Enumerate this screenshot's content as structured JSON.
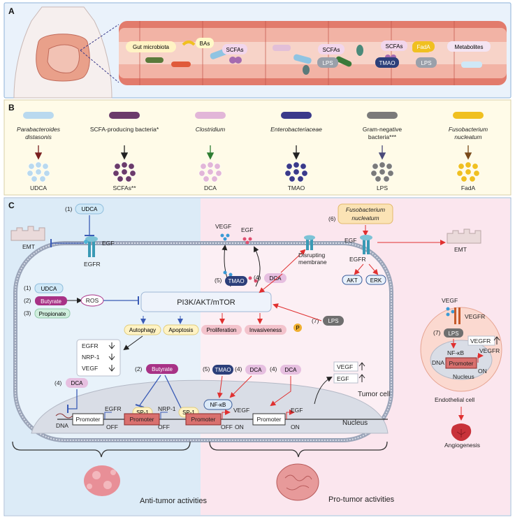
{
  "panel_a": {
    "letter": "A",
    "labels": {
      "gut_microbiota": "Gut microbiota",
      "bas": "BAs",
      "scfas_1": "SCFAs",
      "scfas_2": "SCFAs",
      "lps_1": "LPS",
      "scfas_3": "SCFAs",
      "tmao": "TMAO",
      "fada": "FadA",
      "lps_2": "LPS",
      "metabolites": "Metabolites"
    }
  },
  "panel_b": {
    "letter": "B",
    "columns": [
      {
        "bacterium": [
          "Parabacteroides",
          "distasonis"
        ],
        "italic": true,
        "metabolite": "UDCA",
        "arrow_color": "#7a1f1f",
        "dot_color": "#b9d9ef"
      },
      {
        "bacterium": [
          "SCFA-producing bacteria*"
        ],
        "italic": false,
        "metabolite": "SCFAs**",
        "arrow_color": "#222222",
        "dot_color": "#6b3b6b"
      },
      {
        "bacterium": [
          "Clostridium"
        ],
        "italic": true,
        "metabolite": "DCA",
        "arrow_color": "#2e7d32",
        "dot_color": "#e2b6d8"
      },
      {
        "bacterium": [
          "Enterobacteriaceae"
        ],
        "italic": true,
        "metabolite": "TMAO",
        "arrow_color": "#222222",
        "dot_color": "#3a3a8a"
      },
      {
        "bacterium": [
          "Gram-negative",
          "bacteria***"
        ],
        "italic": false,
        "metabolite": "LPS",
        "arrow_color": "#4a4a7a",
        "dot_color": "#7a7a7a"
      },
      {
        "bacterium": [
          "Fusobacterium",
          "nucleatum"
        ],
        "italic": true,
        "metabolite": "FadA",
        "arrow_color": "#7a4a1a",
        "dot_color": "#f0c020"
      }
    ]
  },
  "panel_c": {
    "letter": "C",
    "left": {
      "udca_top": {
        "num": "(1)",
        "label": "UDCA"
      },
      "emt": "EMT",
      "egf": "EGF",
      "egfr": "EGFR",
      "list": [
        {
          "num": "(1)",
          "label": "UDCA"
        },
        {
          "num": "(2)",
          "label": "Butyrate"
        },
        {
          "num": "(3)",
          "label": "Propionate"
        }
      ],
      "ros": "ROS",
      "autophagy": "Autophagy",
      "apoptosis": "Apoptosis",
      "down_list": [
        "EGFR",
        "NRP-1",
        "VEGF"
      ],
      "butyrate2": {
        "num": "(2)",
        "label": "Butyrate"
      },
      "dca": {
        "num": "(4)",
        "label": "DCA"
      },
      "nucleus_labels": {
        "dna": "DNA",
        "promoter1": "Promoter",
        "egfr": "EGFR",
        "off1": "OFF",
        "sp1_a": "SP-1",
        "promoter2": "Promoter",
        "nrp1": "NRP-1",
        "off2": "OFF",
        "sp1_b": "SP-1"
      },
      "caption": "Anti-tumor activities"
    },
    "center": {
      "pathway": "PI3K/AKT/mTOR",
      "p_badge": "P"
    },
    "right": {
      "vegf": "VEGF",
      "egf_top": "EGF",
      "tmao": {
        "num": "(5)",
        "label": "TMAO"
      },
      "dca": {
        "num": "(4)",
        "label": "DCA"
      },
      "disrupting": [
        "Disrupting",
        "membrane"
      ],
      "fuso": {
        "num": "(6)",
        "label": [
          "Fusobacterium",
          "nucleatum"
        ]
      },
      "egf_r": "EGF",
      "egfr_r": "EGFR",
      "akt": "AKT",
      "erk": "ERK",
      "emt": "EMT",
      "lps": {
        "num": "(7)",
        "label": "LPS"
      },
      "proliferation": "Proliferation",
      "invasiveness": "Invasiveness",
      "tmao2": {
        "num": "(5)",
        "label": "TMAO"
      },
      "dca2": {
        "num": "(4)",
        "label": "DCA"
      },
      "dca3": {
        "num": "(4)",
        "label": "DCA"
      },
      "up_vegf": "VEGF",
      "up_egf": "EGF",
      "tumor_cell": "Tumor cell",
      "nucleus_labels": {
        "nfkb": "NF-κB",
        "promoter3": "Promoter",
        "vegf": "VEGF",
        "off": "OFF",
        "on1": "ON",
        "promoter4": "Promoter",
        "egf": "EGF",
        "on2": "ON",
        "nucleus": "Nucleus"
      },
      "endo": {
        "vegf": "VEGF",
        "vegfr": "VEGFR",
        "lps": {
          "num": "(7)",
          "label": "LPS"
        },
        "vegfr2": "VEGFR",
        "nfkb": "NF-κB",
        "dna": "DNA",
        "promoter": "Promoter",
        "vegfr3": "VEGFR",
        "on": "ON",
        "nucleus": "Nucleus",
        "caption": "Endothelial cell"
      },
      "angiogenesis": "Angiogenesis",
      "caption": "Pro-tumor activities"
    }
  },
  "colors": {
    "udca": "#cfe8f7",
    "butyrate": "#a83286",
    "propionate": "#cfeedd",
    "dca": "#e6bfe0",
    "tmao": "#2c3f7a",
    "lps": "#6f6f6f",
    "left_bg": "#dcebf7",
    "right_bg": "#fbe6ee",
    "inhibit": "#3a5bb5",
    "activate": "#e03030"
  }
}
